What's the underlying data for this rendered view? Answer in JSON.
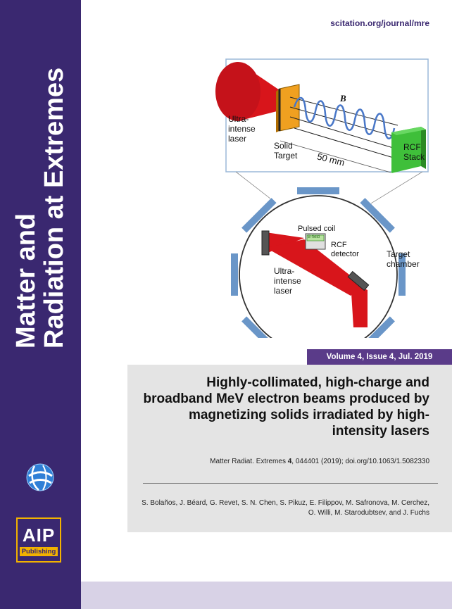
{
  "sidebar": {
    "journal_title_line1": "Matter and",
    "journal_title_line2": "Radiation at Extremes",
    "publisher_short": "AIP",
    "publisher_word": "Publishing"
  },
  "header": {
    "url": "scitation.org/journal/mre"
  },
  "figure": {
    "labels": {
      "laser_top": "Ultra-\nintense\nlaser",
      "solid_target": "Solid\nTarget",
      "b_field": "B",
      "distance": "50 mm",
      "rcf_stack": "RCF\nStack",
      "pulsed_coil": "Pulsed coil",
      "b_field_small": "B-field",
      "rcf_detector": "RCF\ndetector",
      "target_chamber": "Target\nchamber",
      "laser_bottom": "Ultra-\nintense\nlaser"
    }
  },
  "issue": {
    "volume_line": "Volume 4, Issue 4, Jul. 2019"
  },
  "article": {
    "title": "Highly-collimated, high-charge and broadband MeV electron beams produced by magnetizing solids irradiated by high-intensity lasers",
    "citation_prefix": "Matter Radiat. Extremes ",
    "citation_volume": "4",
    "citation_suffix": ", 044401 (2019); doi.org/10.1063/1.5082330",
    "authors": "S. Bolaños, J. Béard, G. Revet, S. N. Chen, S. Pikuz, E. Filippov, M. Safronova, M. Cerchez, O. Willi, M. Starodubtsev, and J. Fuchs"
  },
  "colors": {
    "sidebar": "#3a2870",
    "accent_gold": "#f2b200",
    "volume_bar": "#5a3b89",
    "article_box": "#e4e4e4",
    "laser_red": "#d8151b"
  }
}
